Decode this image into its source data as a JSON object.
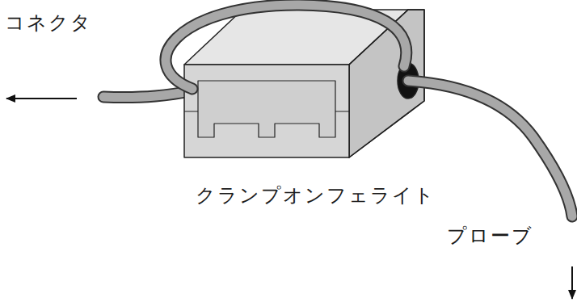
{
  "diagram": {
    "labels": [
      "コネクタ",
      "クランプオンフェライト",
      "プローブ"
    ]
  }
}
